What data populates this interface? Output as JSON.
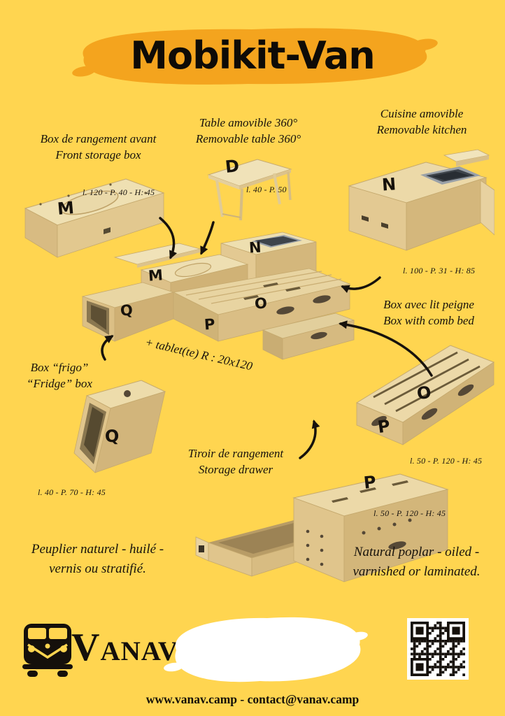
{
  "title": "Mobikit-Van",
  "colors": {
    "background": "#FFD550",
    "banner": "#F4A41E",
    "ink": "#15100B",
    "wood_light": "#ECD9A8",
    "wood_dark": "#D3B67A"
  },
  "products": {
    "table": {
      "label_fr": "Table amovible 360°",
      "label_en": "Removable table 360°",
      "letter": "D",
      "dims": "l. 40 - P. 50"
    },
    "kitchen": {
      "label_fr": "Cuisine amovible",
      "label_en": "Removable kitchen",
      "letter": "N",
      "dims": "l. 100 - P. 31 - H: 85"
    },
    "front_box": {
      "label_fr": "Box de rangement avant",
      "label_en": "Front storage box",
      "letter": "M",
      "dims": "l. 120 - P. 40 - H: 45"
    },
    "comb_bed": {
      "label_fr": "Box avec lit peigne",
      "label_en": "Box with comb bed",
      "letter_top": "O",
      "letter_front": "P",
      "dims": "l. 50 - P. 120 - H: 45"
    },
    "fridge": {
      "label_fr": "Box “frigo”",
      "label_en": "“Fridge” box",
      "letter": "Q",
      "dims": "l. 40 - P. 70 - H: 45"
    },
    "drawer": {
      "label_fr": "Tiroir de rangement",
      "label_en": "Storage drawer",
      "letter": "P",
      "dims": "l. 50 - P. 120 - H: 45"
    }
  },
  "assembly": {
    "letter_m": "M",
    "letter_n": "N",
    "letter_o": "O",
    "letter_p": "P",
    "letter_q": "Q",
    "note": "+ tablet(te) R : 20x120"
  },
  "materials": {
    "fr": "Peuplier naturel - huilé - vernis ou stratifié.",
    "en": "Natural poplar - oiled - varnished or laminated."
  },
  "footer": {
    "brand": "Vanav",
    "contact": "www.vanav.camp - contact@vanav.camp"
  },
  "icons": {
    "van_logo": "van-front-icon",
    "qr": "qr-code-icon"
  }
}
